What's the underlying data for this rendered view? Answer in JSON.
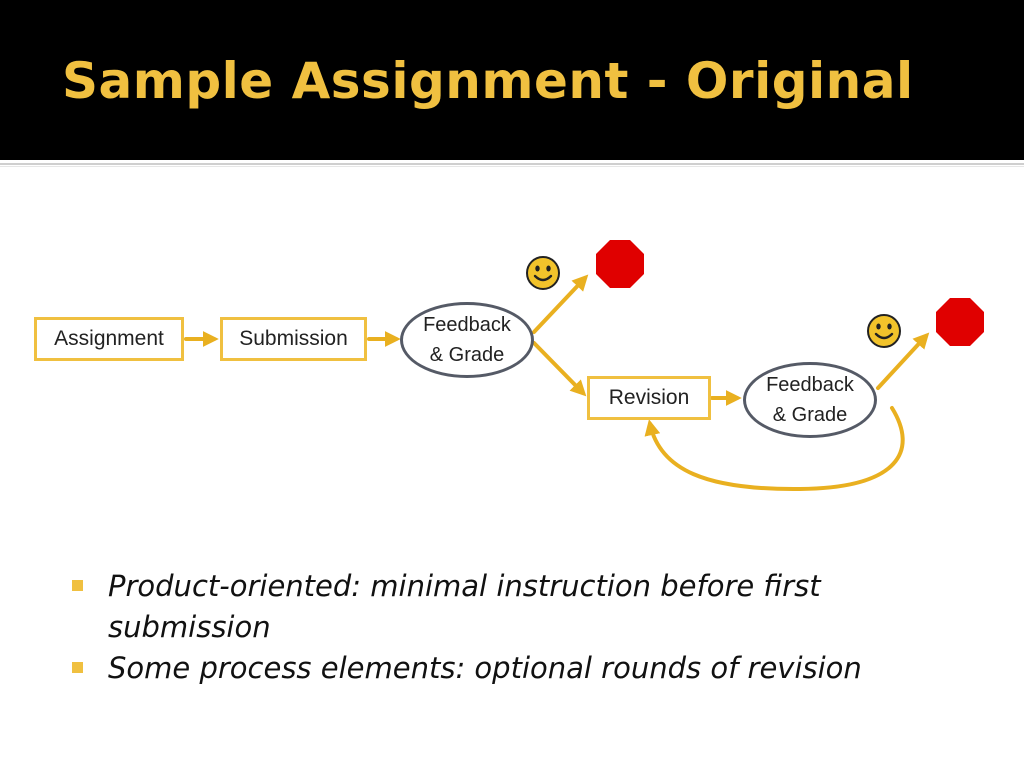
{
  "slide": {
    "title": "Sample Assignment - Original"
  },
  "colors": {
    "title_text": "#F0C040",
    "title_bar": "#000000",
    "arrow": "#E9B020",
    "box_border": "#F0C040",
    "ellipse_border": "#555a66",
    "stop_sign": "#E00000",
    "smiley_face": "#F2C32B"
  },
  "diagram": {
    "nodes": {
      "assignment": {
        "label": "Assignment"
      },
      "submission": {
        "label": "Submission"
      },
      "feedback_grade_1": {
        "line1": "Feedback",
        "line2": "& Grade"
      },
      "revision": {
        "label": "Revision"
      },
      "feedback_grade_2": {
        "line1": "Feedback",
        "line2": "& Grade"
      }
    },
    "icons": [
      "smiley-icon",
      "stop-sign-icon",
      "arrow-icon",
      "loop-arrow-icon"
    ]
  },
  "bullets": [
    {
      "text": "Product-oriented: minimal instruction before first submission"
    },
    {
      "text": "Some process elements: optional rounds of revision"
    }
  ]
}
